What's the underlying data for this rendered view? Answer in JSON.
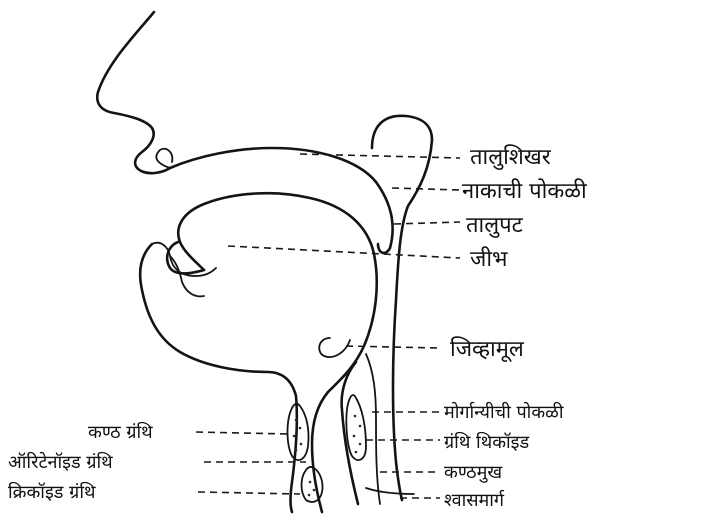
{
  "diagram": {
    "labels_right": [
      {
        "key": "palate_peak",
        "text": "तालुशिखर"
      },
      {
        "key": "nasal_cavity",
        "text": "नाकाची पोकळी"
      },
      {
        "key": "palate",
        "text": "तालुपट"
      },
      {
        "key": "tongue",
        "text": "जीभ"
      },
      {
        "key": "tongue_root",
        "text": "जिव्हामूल"
      },
      {
        "key": "morgagni_cavity",
        "text": "मोर्गान्यीची पोकळी"
      },
      {
        "key": "thyroid_gland",
        "text": "ग्रंथि थिकॉइड"
      },
      {
        "key": "larynx",
        "text": "कण्ठमुख"
      },
      {
        "key": "trachea",
        "text": "श्वासमार्ग"
      }
    ],
    "labels_left": [
      {
        "key": "throat_gland",
        "text": "कण्ठ ग्रंथि"
      },
      {
        "key": "arytenoid_gland",
        "text": "ऑरिटेनॉइड ग्रंथि"
      },
      {
        "key": "cricoid_gland",
        "text": "क्रिकॉइड ग्रंथि"
      }
    ]
  }
}
